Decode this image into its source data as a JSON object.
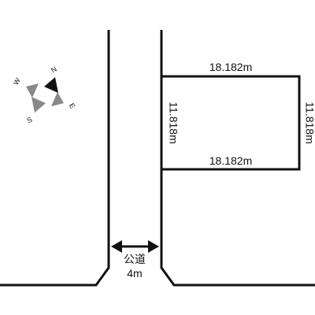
{
  "lot": {
    "top_width": "18.182m",
    "bottom_width": "18.182m",
    "left_depth": "11.818m",
    "right_depth": "11.818m"
  },
  "road": {
    "type_label": "公道",
    "width_label": "4m"
  },
  "compass": {
    "north": "N",
    "east": "E",
    "south": "S",
    "west": "W"
  },
  "colors": {
    "line": "#111111",
    "north_pointer": "#111111",
    "other_pointers": "#888888",
    "background": "#ffffff"
  }
}
